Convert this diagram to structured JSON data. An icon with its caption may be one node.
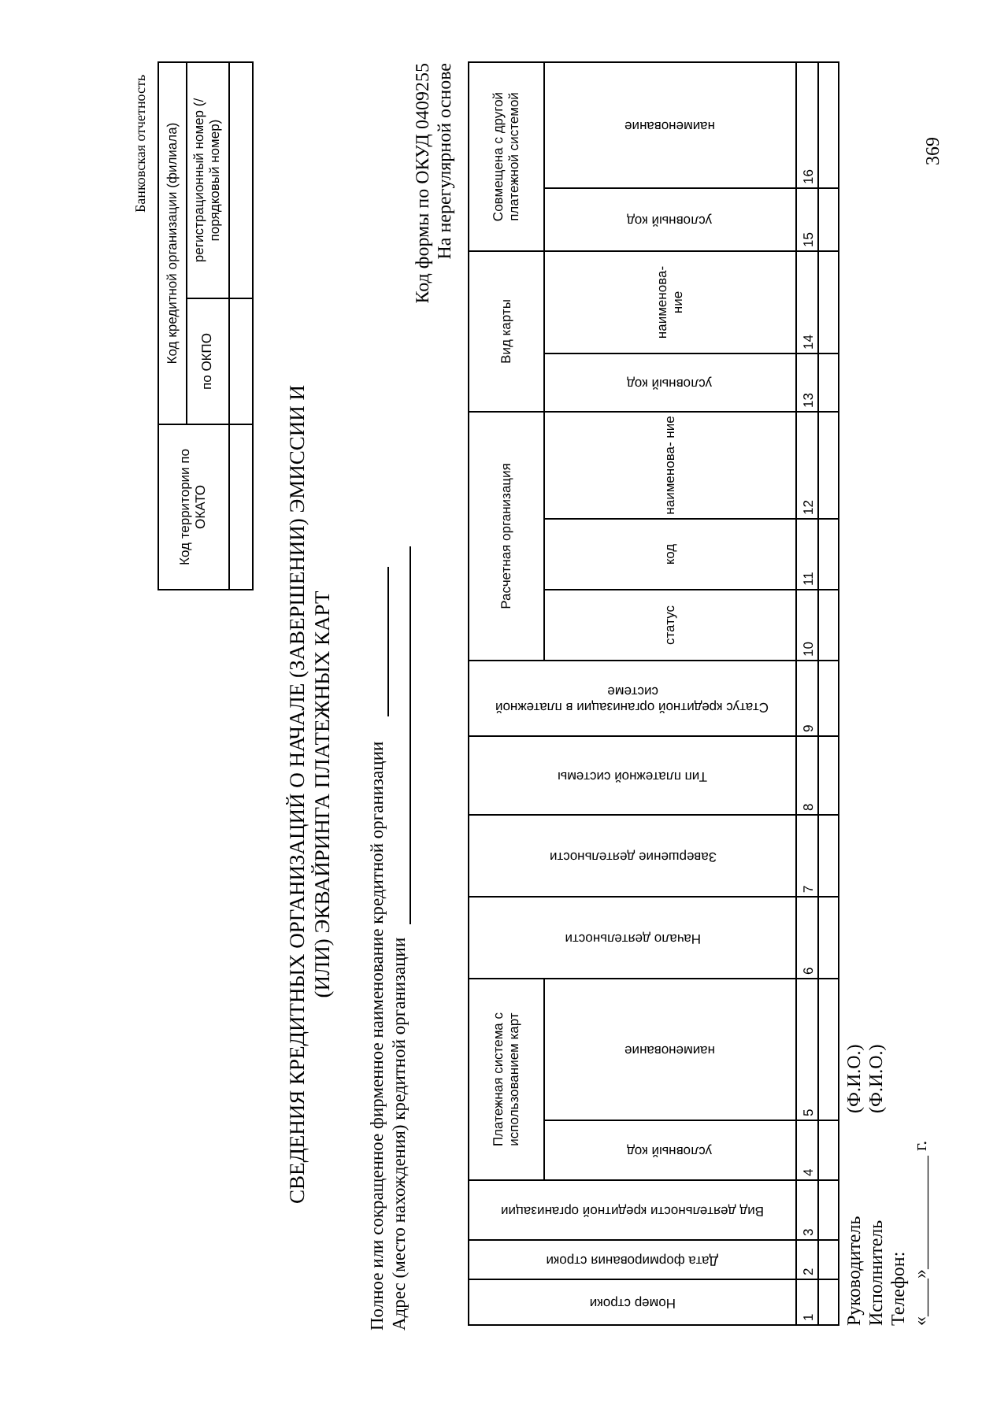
{
  "diagram": {
    "title": "СВЕДЕНИЯ КРЕДИТНЫХ ОРГАНИЗАЦИЙ О НАЧАЛЕ (ЗАВЕРШЕНИИ) ЭМИССИИ И (ИЛИ) ЭКВАЙРИНГА ПЛАТЕЖНЫХ КАРТ",
    "labels": [
      "Банковская отчетность",
      "Код территории по ОКАТО",
      "Код кредитной организации (филиала)",
      "по ОКПО",
      "регистрационный номер (/порядковый номер)",
      "Полное или сокращенное фирменное наименование кредитной организации",
      "Адрес (место нахождения) кредитной организации",
      "Код формы по ОКУД 0409255",
      "На нерегулярной основе",
      "Номер строки",
      "Дата формирования строки",
      "Вид деятельности кредитной организации",
      "Платежная система с использованием карт",
      "Начало деятельности",
      "Завершение деятельности",
      "Тип платежной системы",
      "Статус кредитной организации в платежной системе",
      "Расчетная организация",
      "Вид карты",
      "Совмещена с другой платежной системой",
      "условный код",
      "наименование",
      "статус",
      "код",
      "наименова- ние",
      "условный код",
      "наименова- ние",
      "условный код",
      "наименование",
      "1",
      "2",
      "3",
      "4",
      "5",
      "6",
      "7",
      "8",
      "9",
      "10",
      "11",
      "12",
      "13",
      "14",
      "15",
      "16",
      "Руководитель",
      "(Ф.И.О.)",
      "Исполнитель",
      "(Ф.И.О.)",
      "Телефон:",
      "«____»____________ г.",
      "369"
    ]
  }
}
